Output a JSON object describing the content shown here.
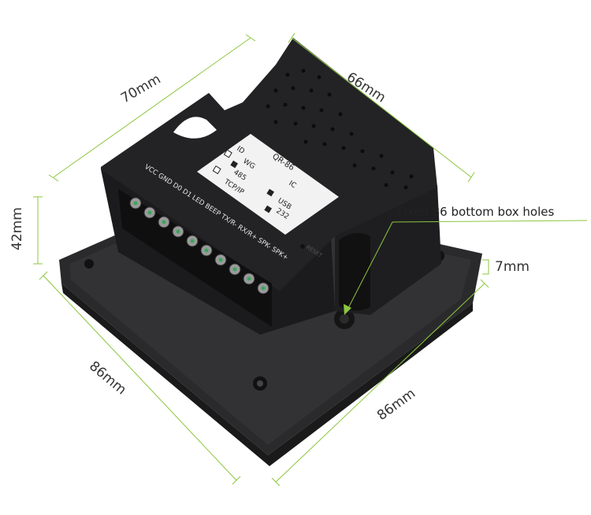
{
  "dimensions": {
    "length_top": "70mm",
    "width_top": "66mm",
    "height": "42mm",
    "base_left": "86mm",
    "base_right": "86mm",
    "base_thickness": "7mm"
  },
  "callout": {
    "holes": "Fixed 86 bottom box holes"
  },
  "label_panel": {
    "model": "QR-86",
    "options": [
      "ID",
      "IC",
      "WG",
      "485",
      "USB",
      "TCP/IP",
      "232"
    ]
  },
  "terminal_pins": "VCC GND D0 D1 LED BEEP TX/R- RX/R+ SPK- SPK+",
  "reset_label": "RESET",
  "colors": {
    "dimension_line": "#8cc63f",
    "device_body": "#1c1c1e",
    "label_bg": "#f2f2f2"
  }
}
